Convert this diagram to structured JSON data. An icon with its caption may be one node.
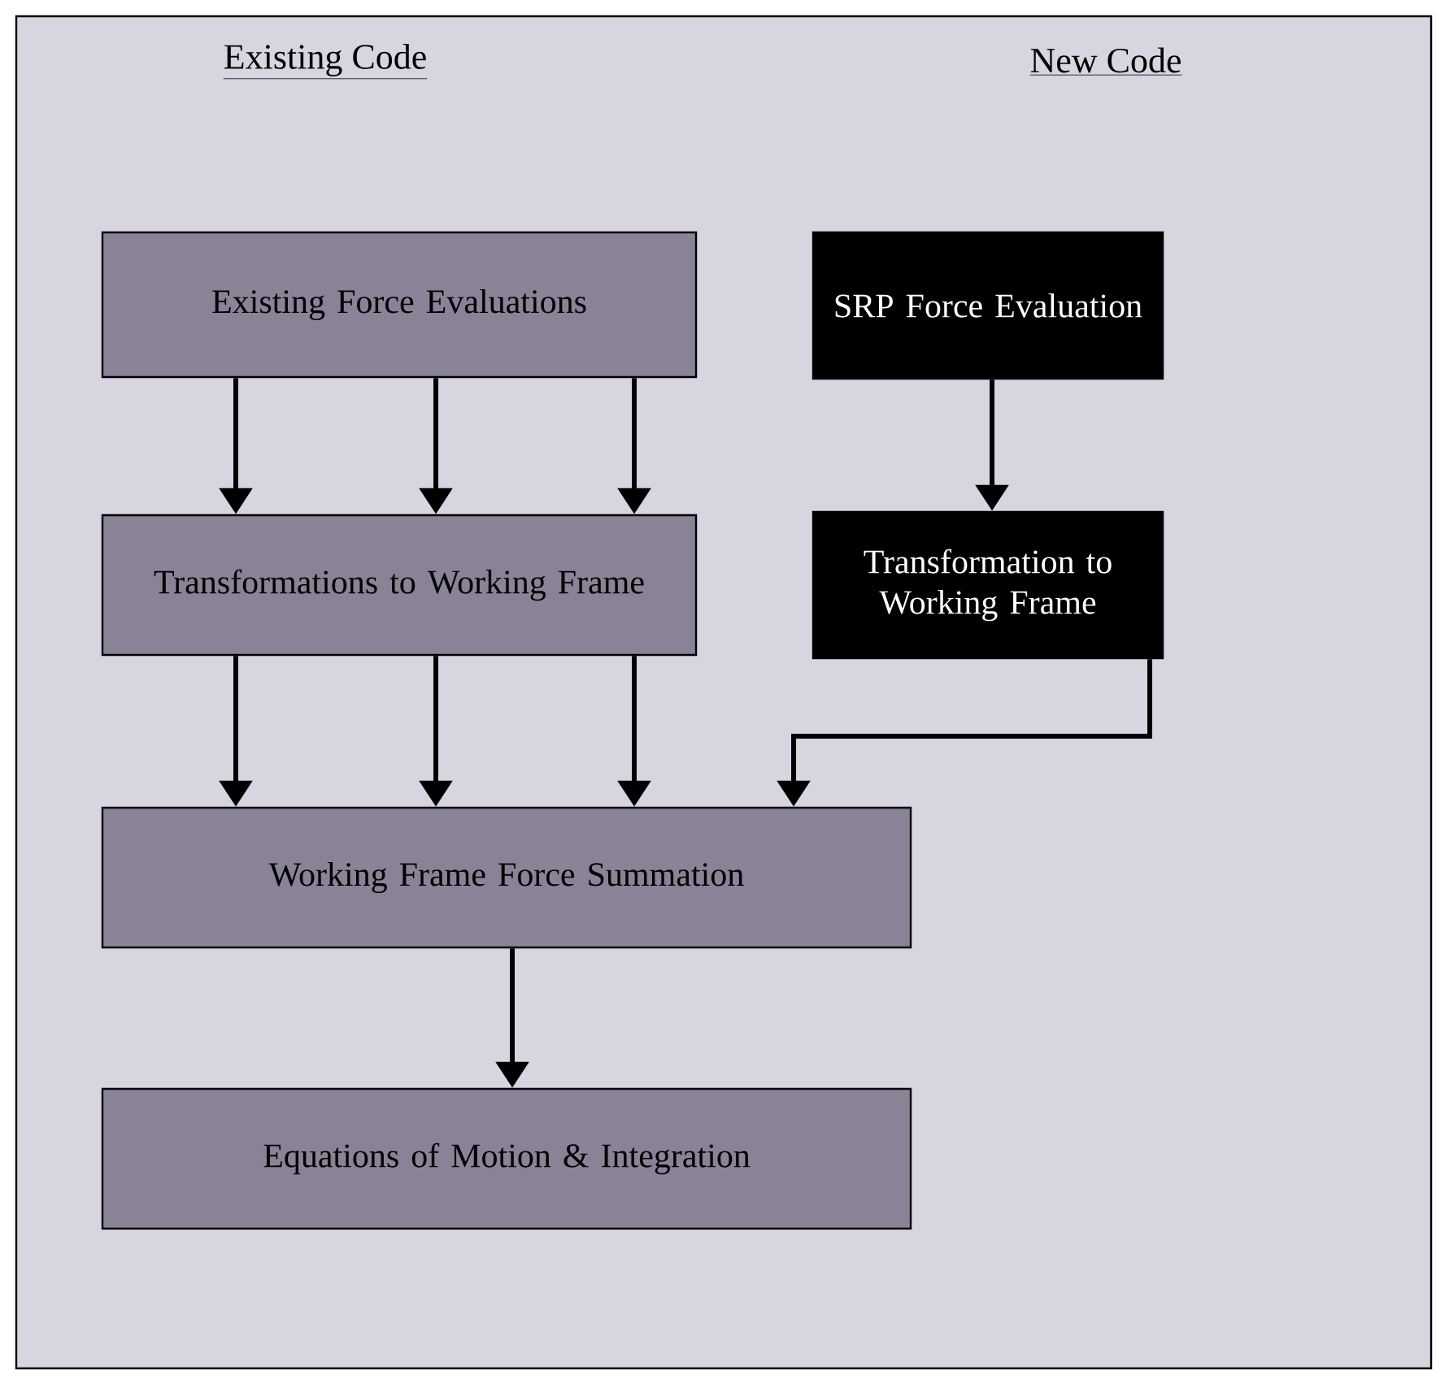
{
  "diagram": {
    "nodes": [
      {
        "text": [
          "Existing Force Evaluations"
        ]
      },
      {
        "text": [
          "Transformations to Working Frame"
        ]
      },
      {
        "text": [
          "SRP Force Evaluation"
        ]
      },
      {
        "text": [
          "Transformation to Working Frame"
        ]
      },
      {
        "text": [
          "Working Frame Force Summation"
        ]
      },
      {
        "text": [
          "Equations of Motion & Integration"
        ]
      }
    ],
    "edges": [
      {
        "from": 0,
        "to": 1,
        "arrow": "to"
      },
      {
        "from": 0,
        "to": 1,
        "arrow": "to"
      },
      {
        "from": 0,
        "to": 1,
        "arrow": "to"
      },
      {
        "from": 2,
        "to": 3,
        "arrow": "to"
      },
      {
        "from": 1,
        "to": 4,
        "arrow": "to"
      },
      {
        "from": 1,
        "to": 4,
        "arrow": "to"
      },
      {
        "from": 1,
        "to": 4,
        "arrow": "to"
      },
      {
        "from": 3,
        "to": 4,
        "arrow": "to"
      },
      {
        "from": 4,
        "to": 5,
        "arrow": "to"
      }
    ],
    "labels": [
      "Existing Code",
      "New Code"
    ]
  }
}
